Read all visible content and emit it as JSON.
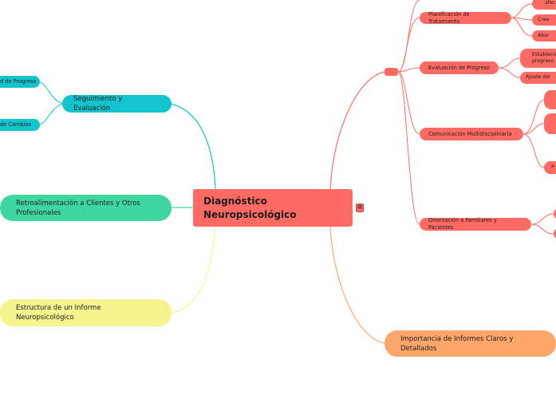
{
  "center": {
    "title": "Diagnóstico Neuropsicológico"
  },
  "left": {
    "seguimiento": {
      "label": "Seguimiento y Evaluación",
      "children": [
        "d de Progreso",
        "de Cambios"
      ]
    },
    "retroalimentacion": "Retroalimentación a Clientes y Otros Profesionales",
    "estructura": "Estructura de un Informe Neuropsicológico"
  },
  "right": {
    "importancia": "Importancia de Informes Claros y Detallados",
    "planificacion": {
      "label": "Planificación de Tratamiento",
      "children": [
        "afec",
        "Crea",
        "Abor"
      ]
    },
    "evaluacion": {
      "label": "Evaluación de Progreso",
      "children": [
        "Establecie",
        "progreso",
        "Ajuste del"
      ]
    },
    "comunicacion": {
      "label": "Comunicación Multidisciplinaria",
      "children": [
        "P"
      ]
    },
    "orientacion": {
      "label": "Orientación a Familiares y Pacientes"
    }
  },
  "colors": {
    "red": "#ff6b63",
    "cyan": "#13c4cd",
    "green": "#3fd7a0",
    "yellow": "#f6f48e",
    "orange": "#ffa66b"
  }
}
